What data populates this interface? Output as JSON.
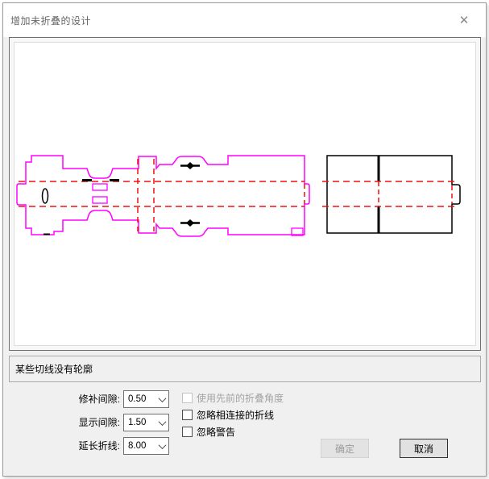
{
  "dialog": {
    "title": "增加未折叠的设计",
    "close_label": "✕"
  },
  "message": "某些切线没有轮廓",
  "fields": [
    {
      "label": "修补间隙:",
      "value": "0.50"
    },
    {
      "label": "显示间隙:",
      "value": "1.50"
    },
    {
      "label": "延长折线:",
      "value": "8.00"
    }
  ],
  "checkboxes": [
    {
      "label": "使用先前的折叠角度",
      "checked": false,
      "disabled": true
    },
    {
      "label": "忽略相连接的折线",
      "checked": false,
      "disabled": false
    },
    {
      "label": "忽略警告",
      "checked": false,
      "disabled": false
    }
  ],
  "buttons": {
    "ok": "确定",
    "cancel": "取消"
  },
  "drawing": {
    "description": "die-line preview: magenta cut outline with red dashed fold lines (left design) and black rectangular blank with red dashed folds (right design)",
    "colors": {
      "cut_line": "#ff00ff",
      "fold_line": "#ee1111",
      "blank_line": "#000000",
      "background": "#ffffff"
    }
  }
}
